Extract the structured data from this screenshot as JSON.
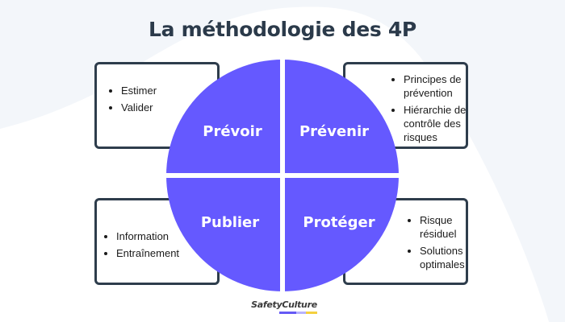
{
  "title": "La méthodologie des 4P",
  "colors": {
    "background": "#f3f6fa",
    "circle_fill": "#6559ff",
    "box_border": "#2e3d4c",
    "title_text": "#2b3a4a",
    "quadrant_text": "#ffffff"
  },
  "quadrants": [
    {
      "position": "top-left",
      "label": "Prévoir",
      "bullets": [
        "Estimer",
        "Valider"
      ]
    },
    {
      "position": "top-right",
      "label": "Prévenir",
      "bullets": [
        "Principes de prévention",
        "Hiérarchie de contrôle des risques"
      ]
    },
    {
      "position": "bottom-left",
      "label": "Publier",
      "bullets": [
        "Information",
        "Entraînement"
      ]
    },
    {
      "position": "bottom-right",
      "label": "Protéger",
      "bullets": [
        "Risque résiduel",
        "Solutions optimales"
      ]
    }
  ],
  "logo": {
    "text": "SafetyCulture",
    "icon": "safetyculture-logo"
  }
}
